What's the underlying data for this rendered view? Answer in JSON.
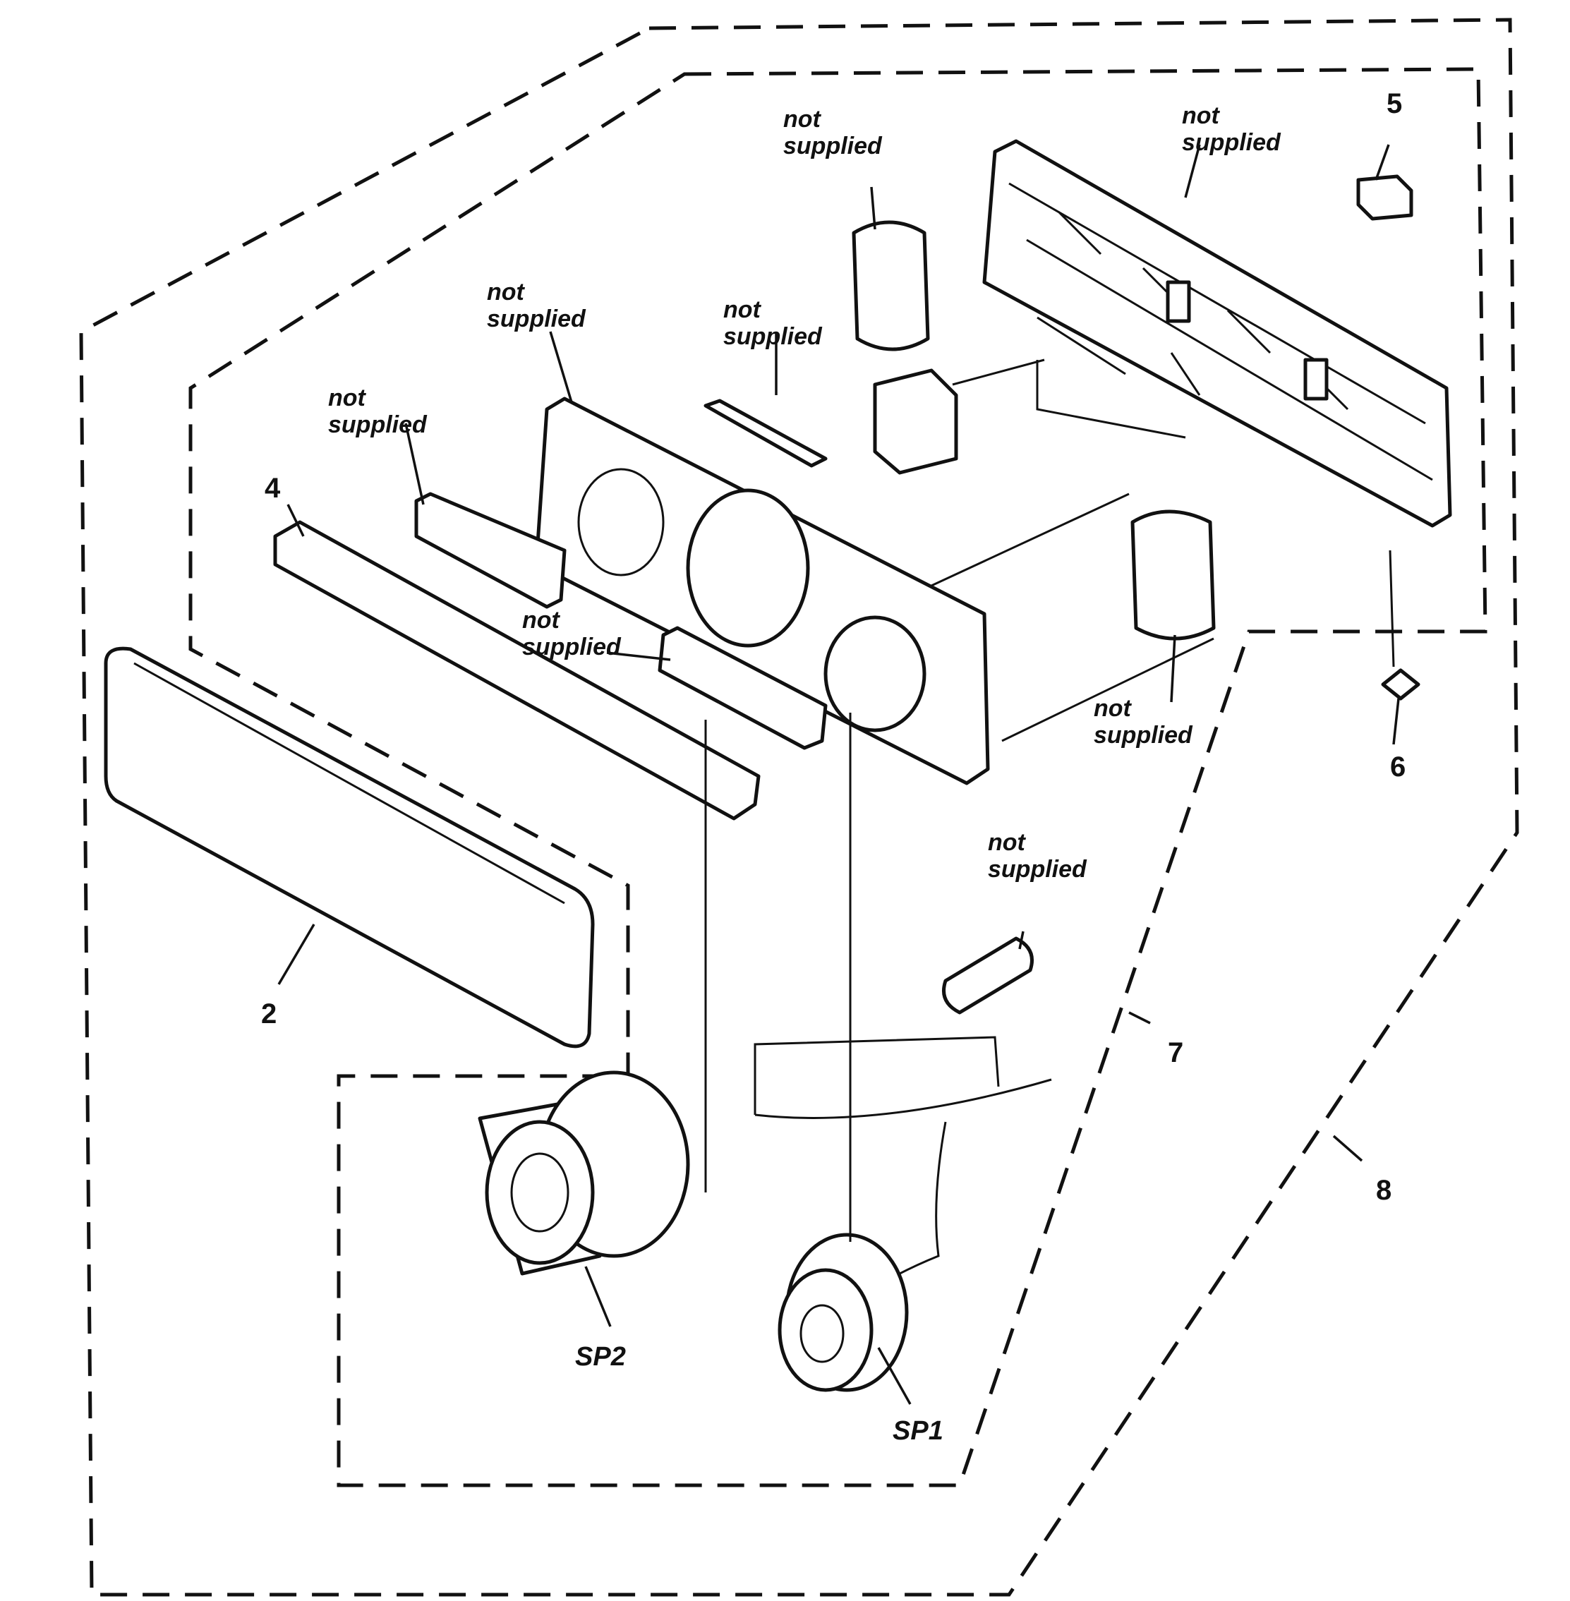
{
  "labels": {
    "not_supplied_line1": "not",
    "not_supplied_line2": "supplied",
    "part_2": "2",
    "part_4": "4",
    "part_5": "5",
    "part_6": "6",
    "part_7": "7",
    "part_8": "8",
    "sp1": "SP1",
    "sp2": "SP2"
  }
}
